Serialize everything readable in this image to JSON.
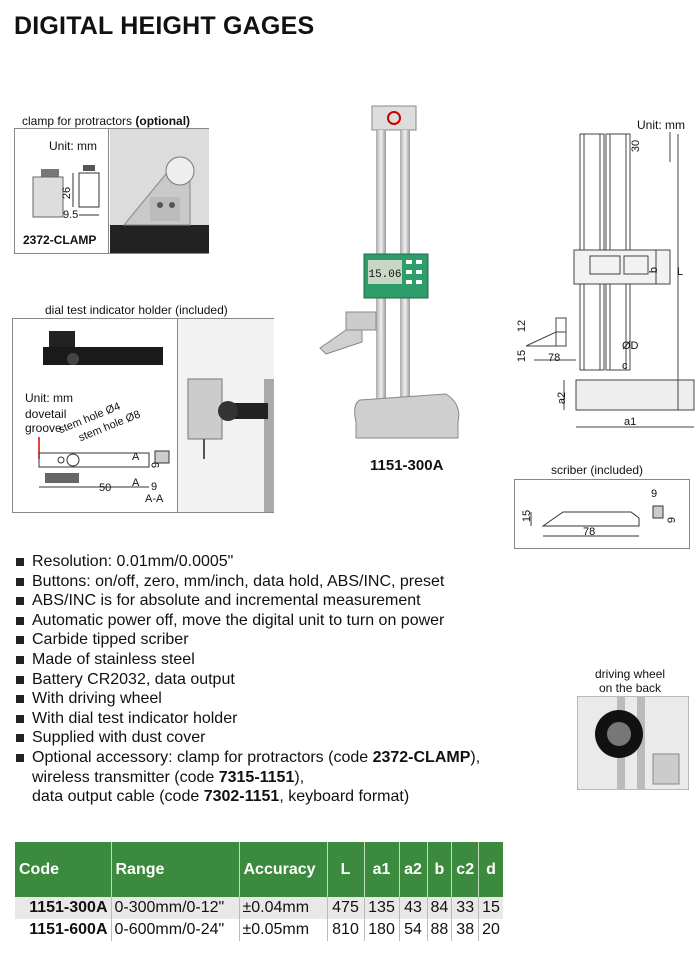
{
  "title": "DIGITAL HEIGHT GAGES",
  "clamp_box": {
    "caption_plain": "clamp for protractors ",
    "caption_bold": "(optional)",
    "unit": "Unit: mm",
    "dim_26": "26",
    "dim_9_5": "9.5",
    "code": "2372-CLAMP"
  },
  "dial_box": {
    "caption": "dial test indicator holder (included)",
    "unit": "Unit: mm",
    "dovetail": "dovetail",
    "groove": "groove",
    "stem4": "stem hole Ø4",
    "stem8": "stem hole Ø8",
    "dim_a_top": "A",
    "dim_a_bottom": "A",
    "dim_50": "50",
    "dim_9a": "9",
    "dim_9b": "9",
    "section": "A-A"
  },
  "product": {
    "display": "15.06",
    "model": "1151-300A"
  },
  "drawing": {
    "unit": "Unit: mm",
    "d30": "30",
    "db": "b",
    "dL": "L",
    "d12": "12",
    "d15": "15",
    "d78": "78",
    "dOD": "ØD",
    "dc": "c",
    "da2": "a2",
    "da1": "a1"
  },
  "scriber": {
    "caption": "scriber (included)",
    "d15": "15",
    "d78": "78",
    "d9a": "9",
    "d9b": "9"
  },
  "wheel": {
    "line1": "driving wheel",
    "line2": "on the back"
  },
  "features": {
    "f1": "Resolution: 0.01mm/0.0005\"",
    "f2": "Buttons: on/off, zero, mm/inch, data hold, ABS/INC, preset",
    "f3": "ABS/INC is for absolute and incremental measurement",
    "f4": "Automatic power off, move the digital unit to turn on power",
    "f5": "Carbide tipped scriber",
    "f6": "Made of stainless steel",
    "f7": "Battery CR2032, data output",
    "f8": "With driving wheel",
    "f9": "With dial test indicator holder",
    "f10": "Supplied with dust cover",
    "f11a": "Optional accessory: clamp for protractors (code ",
    "f11b": "2372-CLAMP",
    "f11c": "),",
    "f11d": "wireless transmitter (code ",
    "f11e": "7315-1151",
    "f11f": "),",
    "f11g": "data output cable (code ",
    "f11h": "7302-1151",
    "f11i": ", keyboard format)"
  },
  "table": {
    "headers": [
      "Code",
      "Range",
      "Accuracy",
      "L",
      "a1",
      "a2",
      "b",
      "c2",
      "d"
    ],
    "rows": [
      [
        "1151-300A",
        "0-300mm/0-12\"",
        "±0.04mm",
        "475",
        "135",
        "43",
        "84",
        "33",
        "15"
      ],
      [
        "1151-600A",
        "0-600mm/0-24\"",
        "±0.05mm",
        "810",
        "180",
        "54",
        "88",
        "38",
        "20"
      ]
    ]
  },
  "colors": {
    "header_green": "#3c8a3e",
    "display_green": "#2f9d6a"
  }
}
